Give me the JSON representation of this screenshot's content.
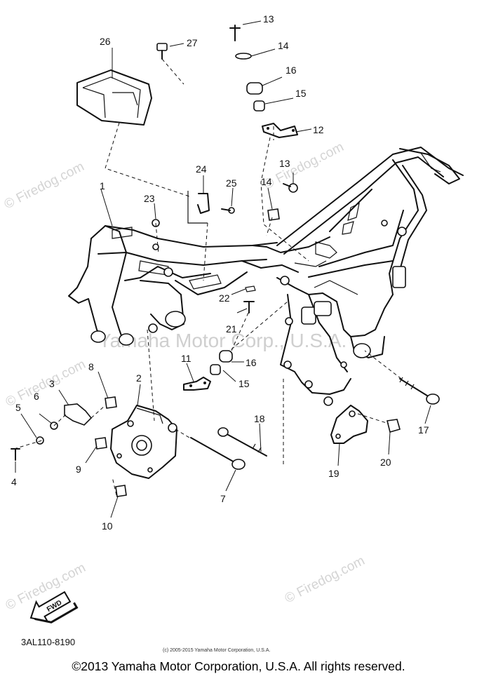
{
  "callouts": [
    {
      "id": "c1",
      "label": "1"
    },
    {
      "id": "c2",
      "label": "2"
    },
    {
      "id": "c3",
      "label": "3"
    },
    {
      "id": "c4",
      "label": "4"
    },
    {
      "id": "c5",
      "label": "5"
    },
    {
      "id": "c6",
      "label": "6"
    },
    {
      "id": "c7",
      "label": "7"
    },
    {
      "id": "c8",
      "label": "8"
    },
    {
      "id": "c9",
      "label": "9"
    },
    {
      "id": "c10",
      "label": "10"
    },
    {
      "id": "c11",
      "label": "11"
    },
    {
      "id": "c12",
      "label": "12"
    },
    {
      "id": "c13a",
      "label": "13"
    },
    {
      "id": "c13b",
      "label": "13"
    },
    {
      "id": "c14a",
      "label": "14"
    },
    {
      "id": "c14b",
      "label": "14"
    },
    {
      "id": "c15a",
      "label": "15"
    },
    {
      "id": "c15b",
      "label": "15"
    },
    {
      "id": "c16a",
      "label": "16"
    },
    {
      "id": "c16b",
      "label": "16"
    },
    {
      "id": "c17",
      "label": "17"
    },
    {
      "id": "c18",
      "label": "18"
    },
    {
      "id": "c19",
      "label": "19"
    },
    {
      "id": "c20",
      "label": "20"
    },
    {
      "id": "c21",
      "label": "21"
    },
    {
      "id": "c22",
      "label": "22"
    },
    {
      "id": "c23",
      "label": "23"
    },
    {
      "id": "c24",
      "label": "24"
    },
    {
      "id": "c25",
      "label": "25"
    },
    {
      "id": "c26",
      "label": "26"
    },
    {
      "id": "c27",
      "label": "27"
    }
  ],
  "watermarks": {
    "firedog": "© Firedog.com",
    "firedog_short": "© Firedog.com",
    "center": "Yamaha Motor Corp., U.S.A."
  },
  "fwd_label": "FWD",
  "part_code": "3AL110-8190",
  "small_credit": "(c) 2005-2015 Yamaha Motor Corporation, U.S.A.",
  "footer": "©2013 Yamaha Motor Corporation, U.S.A. All rights reserved."
}
